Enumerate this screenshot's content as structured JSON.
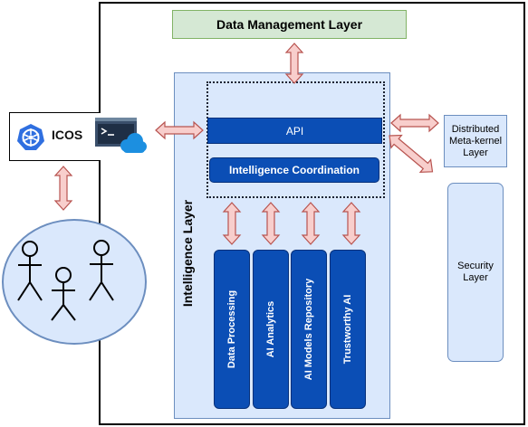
{
  "diagram": {
    "data_management_layer": "Data Management Layer",
    "intelligence_layer": "Intelligence Layer",
    "api": "API",
    "intelligence_coordination": "Intelligence Coordination",
    "modules": [
      {
        "label": "Data Processing"
      },
      {
        "label": "AI Analytics"
      },
      {
        "label": "AI Models Repository"
      },
      {
        "label": "Trustworthy AI"
      }
    ],
    "distributed_meta_kernel_layer": [
      "Distributed",
      "Meta-kernel",
      "Layer"
    ],
    "security_layer": [
      "Security",
      "Layer"
    ],
    "icos": "ICOS"
  },
  "colors": {
    "green_fill": "#d5e8d4",
    "blue_fill": "#dae8fc",
    "dark_blue": "#0b4eb5",
    "arrow_fill": "#f8cecc",
    "arrow_stroke": "#b85450"
  },
  "icons": [
    "kubernetes-wheel-icon",
    "terminal-cloud-icon",
    "stick-figure-user-icon"
  ]
}
